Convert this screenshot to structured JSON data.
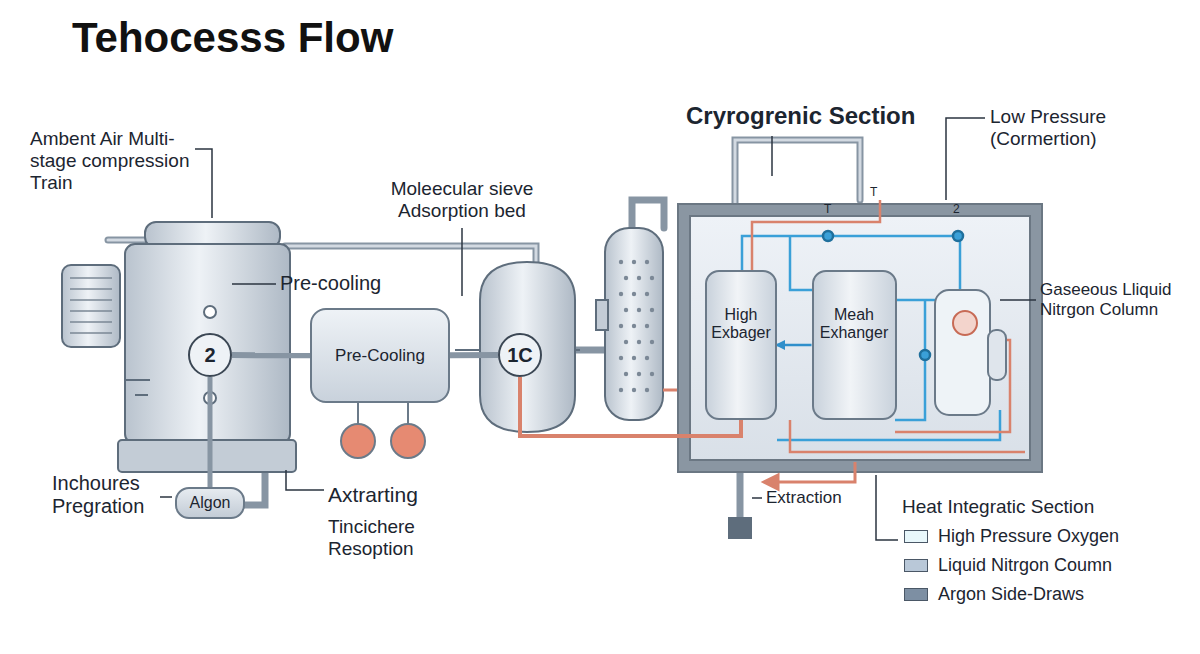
{
  "diagram": {
    "title": "Tehocesss Flow",
    "nodes": [
      {
        "text": [
          "2"
        ]
      },
      {
        "text": [
          "Pre-Cooling"
        ]
      },
      {
        "text": [
          "1C"
        ]
      },
      {
        "text": [
          "Algon"
        ]
      },
      {
        "text": [
          "High Exbager"
        ]
      },
      {
        "text": [
          "Meah Exhanger"
        ]
      }
    ],
    "edges": [
      {
        "from": 0,
        "to": 1,
        "arrow": "none"
      },
      {
        "from": 1,
        "to": 2,
        "arrow": "none"
      },
      {
        "from": 2,
        "to": 4,
        "arrow": "none"
      },
      {
        "from": 5,
        "to": 4,
        "arrow": "to"
      },
      {
        "from": 0,
        "to": 3,
        "arrow": "none"
      }
    ],
    "labels": [
      "Ambent Air Multi-stage compression Train",
      "Pre-cooling",
      "Moleecular sieve Adsorption bed",
      "Cryrogrenic Section",
      "Low Pressure (Cormertion)",
      "Gaseeous Lliquid Nitrgon Column",
      "Inchoures Pregration",
      "Axtrarting",
      "Tincichere Resoption",
      "Extraction",
      "Heat Integratic Section",
      "T",
      "2",
      "T"
    ],
    "legend": [
      {
        "text": "High Pressure Oxygen",
        "color": "#e8f7fb"
      },
      {
        "text": "Liquid Nitrgon Coumn",
        "color": "#b9c8d8"
      },
      {
        "text": "Argon Side-Draws",
        "color": "#7d8fa3"
      }
    ]
  }
}
